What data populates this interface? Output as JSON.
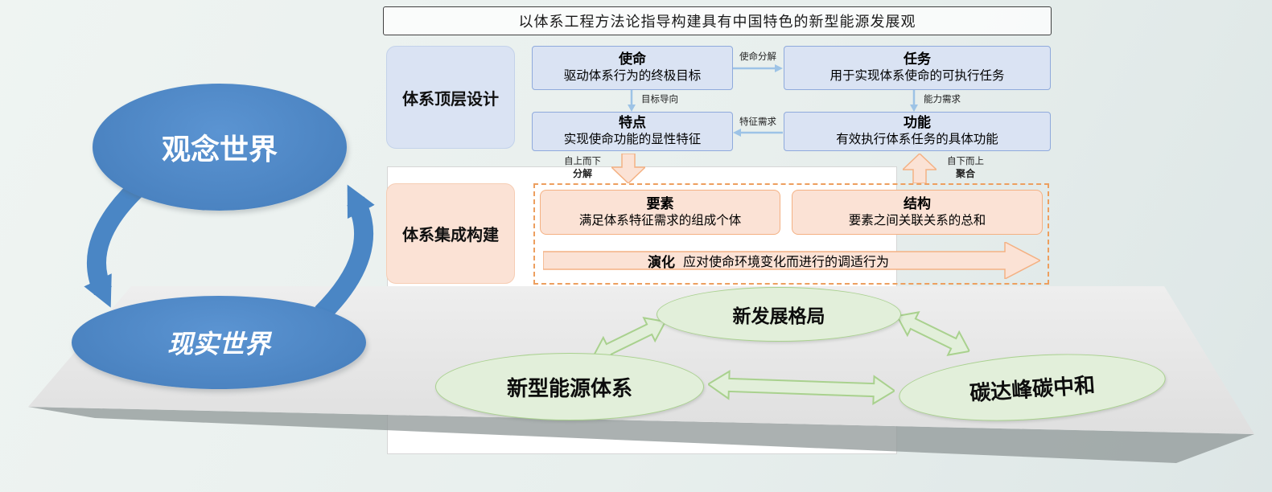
{
  "title": "以体系工程方法论指导构建具有中国特色的新型能源发展观",
  "worlds": {
    "concept": "观念世界",
    "reality": "现实世界"
  },
  "top_design": {
    "label": "体系顶层设计",
    "mission_title": "使命",
    "mission_desc": "驱动体系行为的终极目标",
    "task_title": "任务",
    "task_desc": "用于实现体系使命的可执行任务",
    "trait_title": "特点",
    "trait_desc": "实现使命功能的显性特征",
    "function_title": "功能",
    "function_desc": "有效执行体系任务的具体功能",
    "arrow_mission_decompose": "使命分解",
    "arrow_goal_oriented": "目标导向",
    "arrow_capability_demand": "能力需求",
    "arrow_feature_demand": "特征需求"
  },
  "bridge": {
    "top_down": "自上而下",
    "decompose": "分解",
    "bottom_up": "自下而上",
    "aggregate": "聚合"
  },
  "integration": {
    "label": "体系集成构建",
    "element_title": "要素",
    "element_desc": "满足体系特征需求的组成个体",
    "structure_title": "结构",
    "structure_desc": "要素之间关联关系的总和",
    "evolution_title": "演化",
    "evolution_desc": "应对使命环境变化而进行的调适行为"
  },
  "plane": {
    "new_pattern": "新发展格局",
    "new_energy_system": "新型能源体系",
    "carbon_goals": "碳达峰碳中和"
  },
  "colors": {
    "blue_ellipse": "#447cba",
    "light_blue_box": "#dae3f3",
    "blue_border": "#8faadc",
    "blue_arrow": "#9dc3e6",
    "peach_box": "#fbe2d5",
    "orange_border": "#f4b183",
    "orange_dash": "#ed9f5f",
    "green_fill": "#e2efda",
    "green_border": "#a9d18e",
    "plane_gray": "#e9e9e9"
  }
}
